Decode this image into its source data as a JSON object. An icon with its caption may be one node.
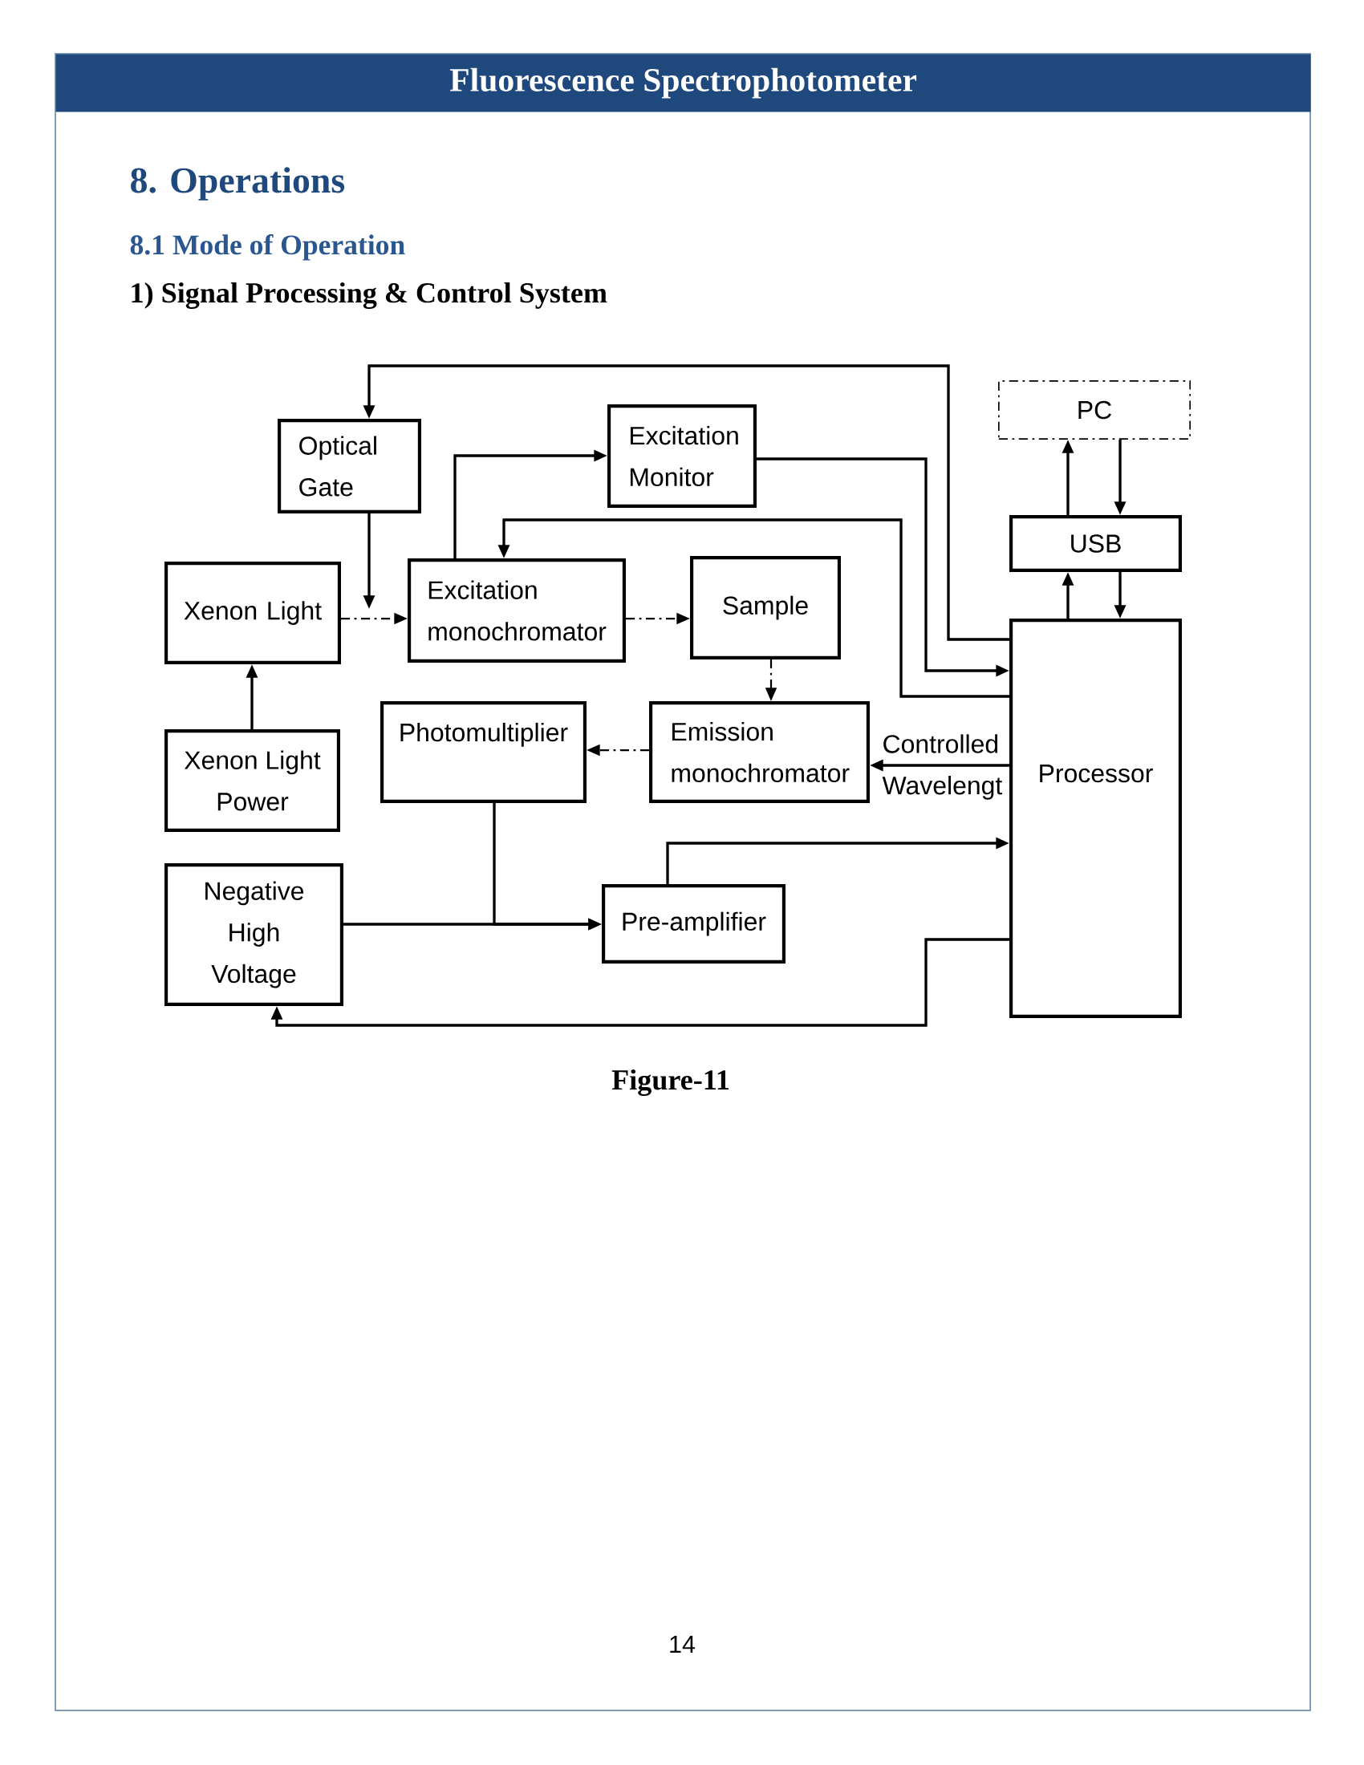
{
  "diagram": {
    "title": "1) Signal Processing & Control System",
    "caption": "Figure-11",
    "nodes": [
      {
        "text": [
          "Optical Gate"
        ]
      },
      {
        "text": [
          "Excitation Monitor"
        ]
      },
      {
        "text": [
          "PC"
        ]
      },
      {
        "text": [
          "USB"
        ]
      },
      {
        "text": [
          "Xenon Light"
        ]
      },
      {
        "text": [
          "Excitation monochromator"
        ]
      },
      {
        "text": [
          "Sample"
        ]
      },
      {
        "text": [
          "Processor"
        ]
      },
      {
        "text": [
          "Xenon Light Power"
        ]
      },
      {
        "text": [
          "Photomultiplier"
        ]
      },
      {
        "text": [
          "Emission monochromator"
        ]
      },
      {
        "text": [
          "Negative High Voltage"
        ]
      },
      {
        "text": [
          "Pre-amplifier"
        ]
      }
    ],
    "edges": [
      {
        "from": 7,
        "to": 0,
        "arrow": "to"
      },
      {
        "from": 0,
        "to": 4,
        "arrow": "to"
      },
      {
        "from": 4,
        "to": 5,
        "arrow": "to",
        "style": "dashed"
      },
      {
        "from": 5,
        "to": 1,
        "arrow": "to"
      },
      {
        "from": 7,
        "to": 5,
        "arrow": "to"
      },
      {
        "from": 1,
        "to": 7,
        "arrow": "to"
      },
      {
        "from": 5,
        "to": 6,
        "arrow": "to",
        "style": "dashed"
      },
      {
        "from": 6,
        "to": 10,
        "arrow": "to",
        "style": "dashed"
      },
      {
        "from": 10,
        "to": 9,
        "arrow": "to",
        "style": "dashed"
      },
      {
        "from": 7,
        "to": 10,
        "arrow": "to",
        "label": "Controlled Wavelengt"
      },
      {
        "from": 8,
        "to": 4,
        "arrow": "to"
      },
      {
        "from": 9,
        "to": 12,
        "arrow": "to"
      },
      {
        "from": 11,
        "to": 12,
        "arrow": "to"
      },
      {
        "from": 12,
        "to": 7,
        "arrow": "to"
      },
      {
        "from": 7,
        "to": 11,
        "arrow": "to"
      },
      {
        "from": 3,
        "to": 2,
        "arrow": "to"
      },
      {
        "from": 2,
        "to": 3,
        "arrow": "to"
      },
      {
        "from": 7,
        "to": 3,
        "arrow": "to"
      },
      {
        "from": 3,
        "to": 7,
        "arrow": "to"
      }
    ],
    "labels": [
      "Fluorescence Spectrophotometer",
      "8. Operations",
      "8.1 Mode of Operation",
      "14"
    ]
  }
}
